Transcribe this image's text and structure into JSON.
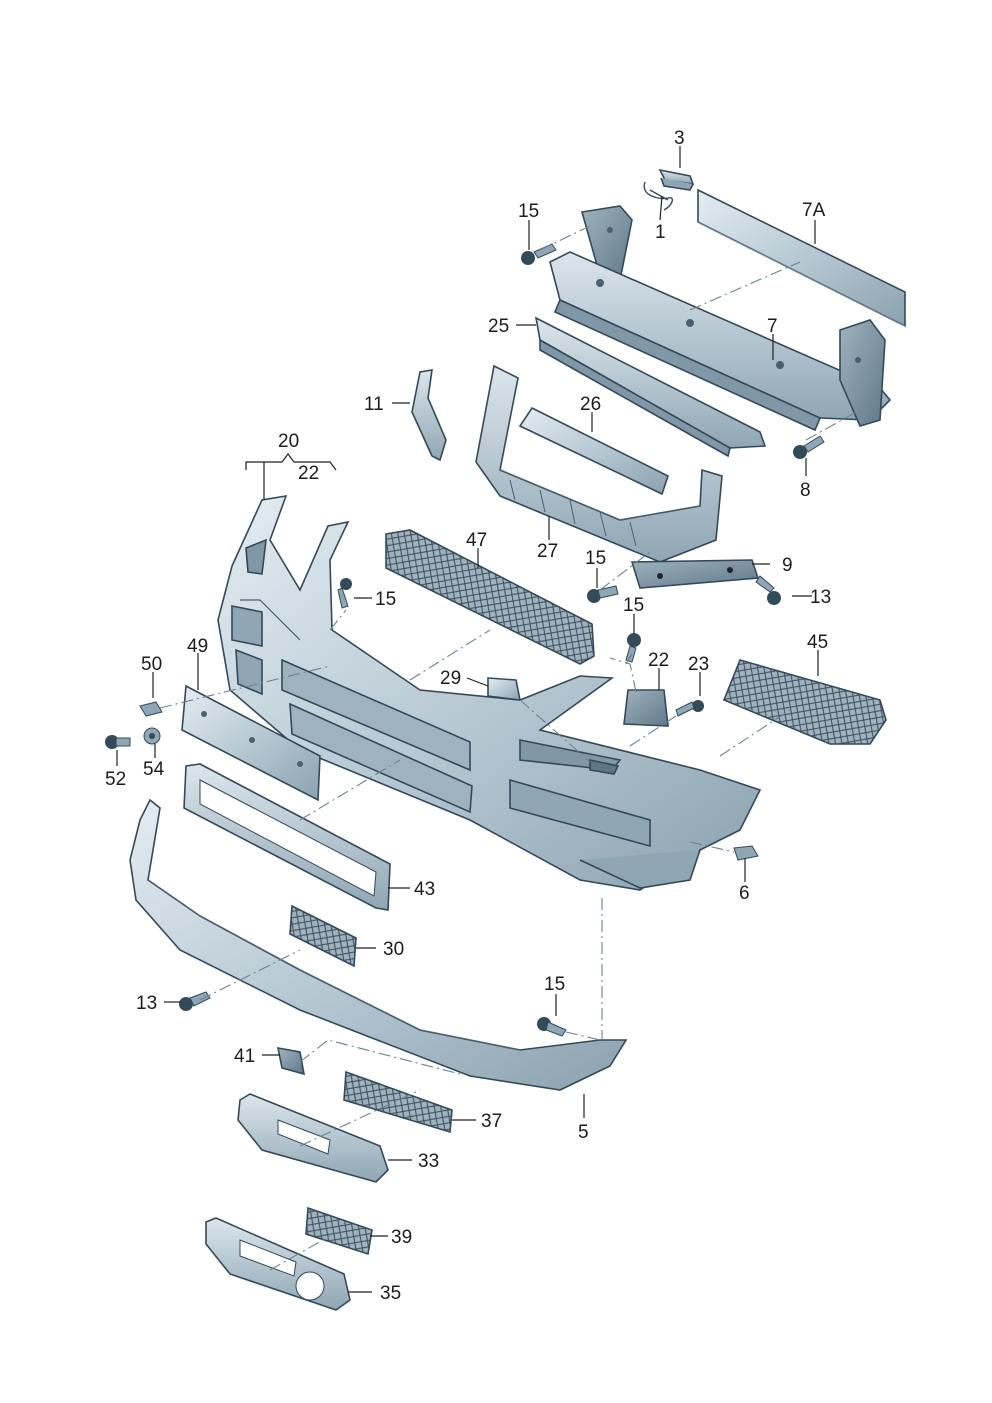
{
  "callouts": [
    {
      "id": "c3",
      "text": "3"
    },
    {
      "id": "c1",
      "text": "1"
    },
    {
      "id": "c7a",
      "text": "7A"
    },
    {
      "id": "c15a",
      "text": "15"
    },
    {
      "id": "c25",
      "text": "25"
    },
    {
      "id": "c7",
      "text": "7"
    },
    {
      "id": "c11",
      "text": "11"
    },
    {
      "id": "c26",
      "text": "26"
    },
    {
      "id": "c8",
      "text": "8"
    },
    {
      "id": "c20",
      "text": "20"
    },
    {
      "id": "c22a",
      "text": "22"
    },
    {
      "id": "c47",
      "text": "47"
    },
    {
      "id": "c27",
      "text": "27"
    },
    {
      "id": "c15b",
      "text": "15"
    },
    {
      "id": "c9",
      "text": "9"
    },
    {
      "id": "c13a",
      "text": "13"
    },
    {
      "id": "c15c",
      "text": "15"
    },
    {
      "id": "c15d",
      "text": "15"
    },
    {
      "id": "c45",
      "text": "45"
    },
    {
      "id": "c50",
      "text": "50"
    },
    {
      "id": "c49",
      "text": "49"
    },
    {
      "id": "c22b",
      "text": "22"
    },
    {
      "id": "c23",
      "text": "23"
    },
    {
      "id": "c29",
      "text": "29"
    },
    {
      "id": "c52",
      "text": "52"
    },
    {
      "id": "c54",
      "text": "54"
    },
    {
      "id": "c6",
      "text": "6"
    },
    {
      "id": "c43",
      "text": "43"
    },
    {
      "id": "c30",
      "text": "30"
    },
    {
      "id": "c13b",
      "text": "13"
    },
    {
      "id": "c15e",
      "text": "15"
    },
    {
      "id": "c41",
      "text": "41"
    },
    {
      "id": "c37",
      "text": "37"
    },
    {
      "id": "c5",
      "text": "5"
    },
    {
      "id": "c33",
      "text": "33"
    },
    {
      "id": "c39",
      "text": "39"
    },
    {
      "id": "c35",
      "text": "35"
    }
  ],
  "colors": {
    "part_fill": "#b9c9d2",
    "part_light": "#dfe8ee",
    "part_dark": "#7f97a6",
    "outline": "#34495a",
    "leader": "#222222",
    "text": "#1c1c1c"
  }
}
